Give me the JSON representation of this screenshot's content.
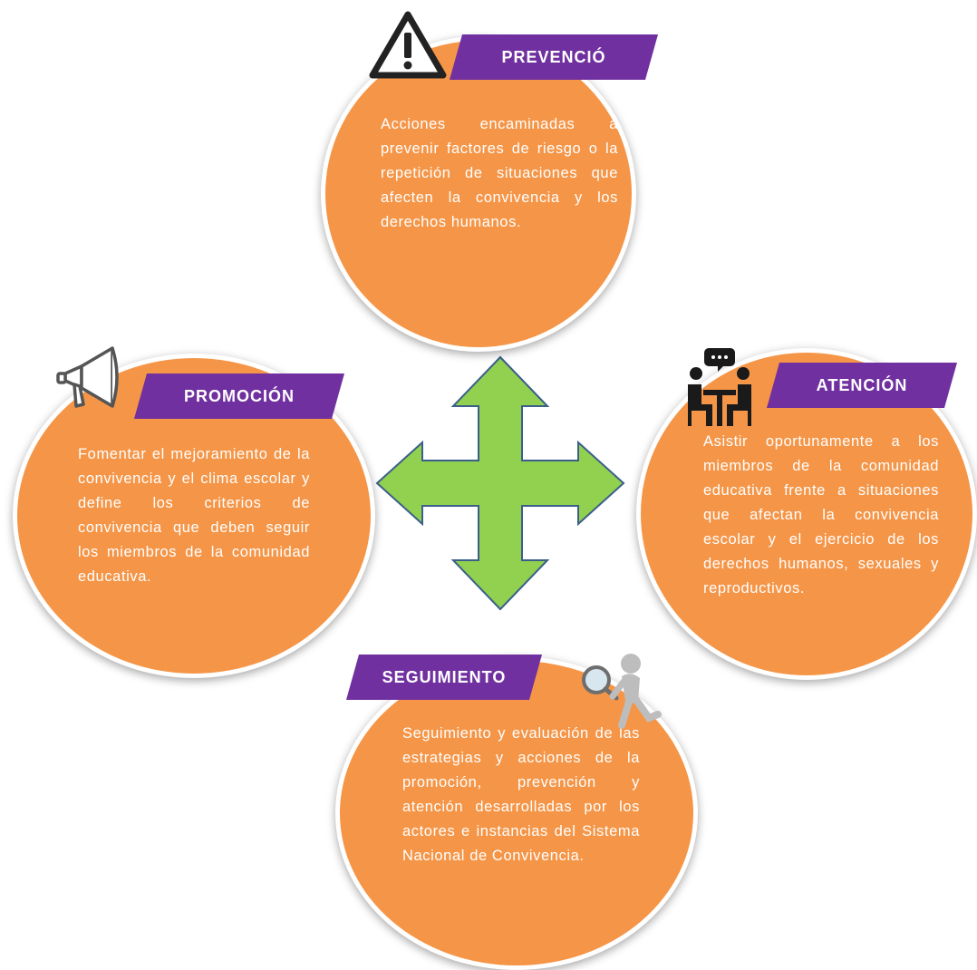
{
  "sections": {
    "prevencion": {
      "title": "PREVENCIÓ",
      "text": "Acciones encaminadas a prevenir factores de riesgo o la repetición de situaciones que afecten la convivencia y los derechos humanos.",
      "icon": "warning-icon"
    },
    "promocion": {
      "title": "PROMOCIÓN",
      "text": "Fomentar el mejoramiento de la convivencia y el clima escolar y define los criterios de convivencia que deben seguir los miembros de la comunidad educativa.",
      "icon": "megaphone-icon"
    },
    "atencion": {
      "title": "ATENCIÓN",
      "text": "Asistir oportunamente a los miembros de la comunidad educativa frente a situaciones que afectan la convivencia escolar y el ejercicio de los derechos humanos, sexuales y reproductivos.",
      "icon": "conversation-icon"
    },
    "seguimiento": {
      "title": "SEGUIMIENTO",
      "text": "Seguimiento y evaluación de las estrategias y acciones de la promoción, prevención y atención desarrolladas por los actores e instancias del Sistema Nacional de Convivencia.",
      "icon": "magnifier-figure-icon"
    }
  },
  "colors": {
    "circle": "#f59547",
    "banner": "#7030a0",
    "arrow_fill": "#92d050",
    "arrow_stroke": "#3a5f8a"
  }
}
